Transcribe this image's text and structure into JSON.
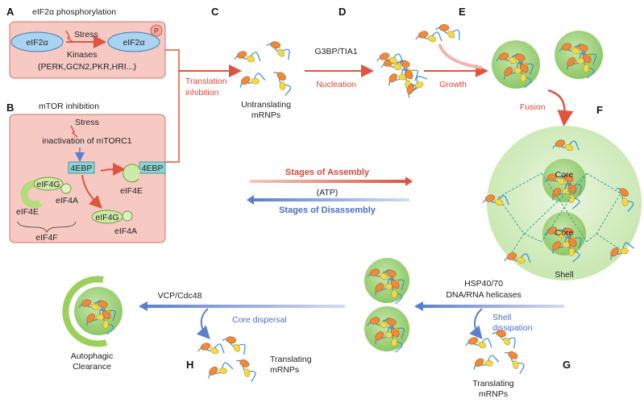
{
  "panel_labels": {
    "A": "A",
    "B": "B",
    "C": "C",
    "D": "D",
    "E": "E",
    "F": "F",
    "G": "G",
    "H": "H"
  },
  "panelA": {
    "title": "eIF2α phosphorylation",
    "left_oval": "eIF2α",
    "right_oval": "eIF2α",
    "phospho": "P",
    "stress": "Stress",
    "kinases": "Kinases",
    "kinase_list": "(PERK,GCN2,PKR,HRI...)"
  },
  "panelB": {
    "title": "mTOR inhibition",
    "stress": "Stress",
    "inactivation": "inactivation of mTORC1",
    "ebp_top": "4EBP",
    "ebp_right": "4EBP",
    "eif4g_left": "eIF4G",
    "eif4a_left": "eIF4A",
    "eif4e_left": "eIF4E",
    "eif4f": "eIF4F",
    "eif4g_bottom": "eIF4G",
    "eif4a_bottom": "eIF4A",
    "eif4e_right": "eIF4E"
  },
  "flow": {
    "translation_inhibition_1": "Translation",
    "translation_inhibition_2": "inhibition",
    "untranslating_1": "Untranslating",
    "untranslating_2": "mRNPs",
    "g3bp": "G3BP/TIA1",
    "nucleation": "Nucleation",
    "growth": "Growth",
    "fusion": "Fusion",
    "core_top": "Core",
    "core_bottom": "Core",
    "shell": "Shell",
    "hsp_1": "HSP40/70",
    "hsp_2": "DNA/RNA helicases",
    "shell_dissipation_1": "Shell",
    "shell_dissipation_2": "dissipation",
    "translating_g_1": "Translating",
    "translating_g_2": "mRNPs",
    "vcp": "VCP/Cdc48",
    "core_dispersal": "Core dispersal",
    "translating_h_1": "Translating",
    "translating_h_2": "mRNPs",
    "autophagic_1": "Autophagic",
    "autophagic_2": "Clearance"
  },
  "legend": {
    "assembly": "Stages of Assembly",
    "atp": "(ATP)",
    "disassembly": "Stages of Disassembly"
  },
  "colors": {
    "panel_fill": "#f6c9c3",
    "panel_stroke": "#d8706a",
    "red_arrow": "#e0553f",
    "blue_arrow": "#5a7ed0",
    "granule_green": "#a9d68a",
    "protein_orange": "#ee8a3c",
    "protein_yellow": "#f1d94a",
    "rna_blue": "#3f8fd0"
  }
}
